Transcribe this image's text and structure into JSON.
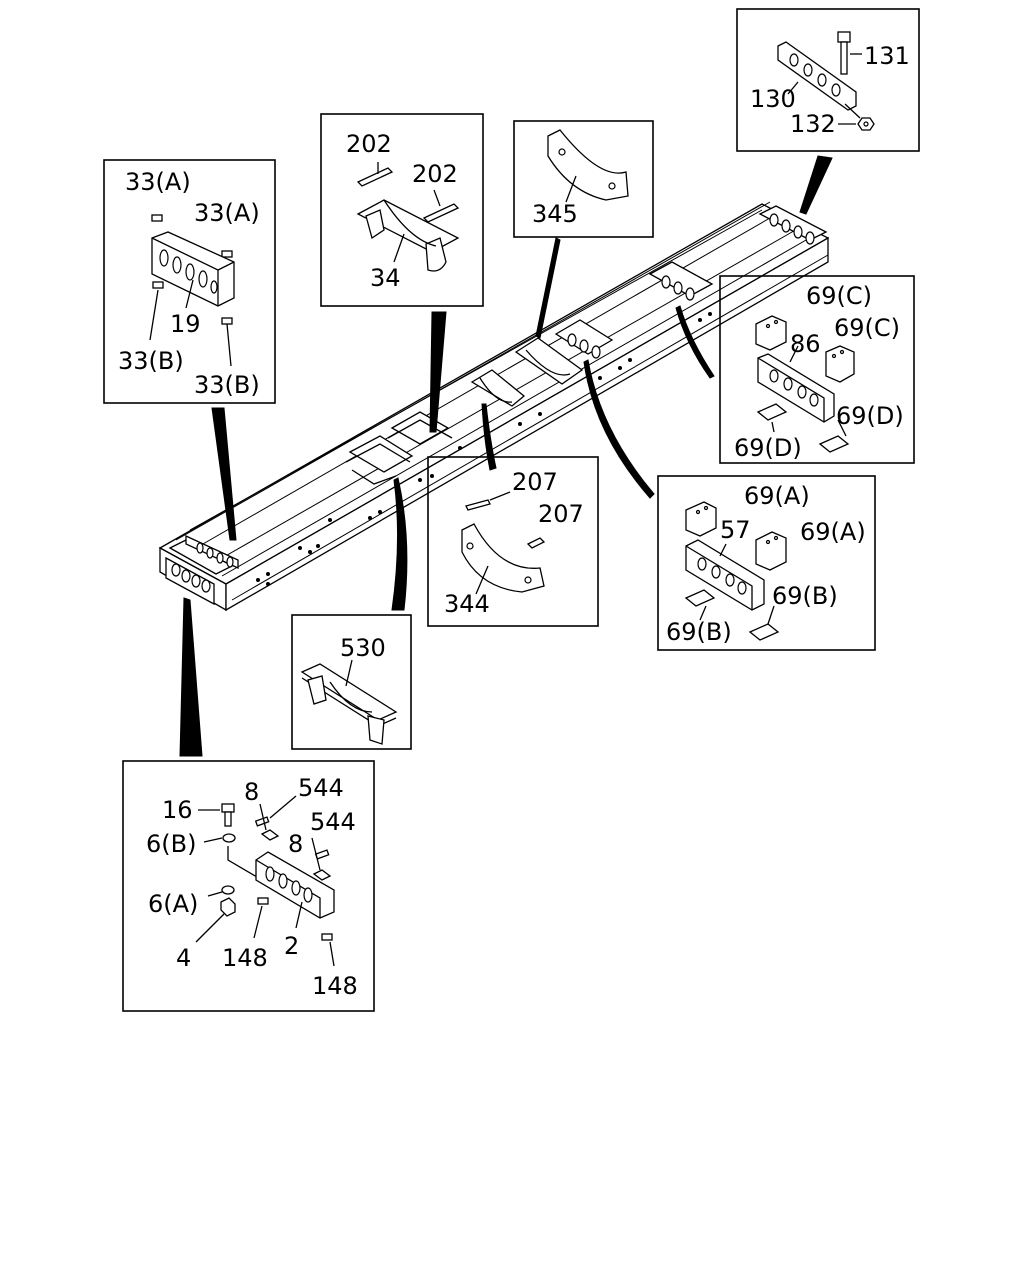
{
  "callouts": {
    "c19": [
      "33(A)",
      "33(A)",
      "19",
      "33(B)",
      "33(B)"
    ],
    "c34": [
      "202",
      "202",
      "34"
    ],
    "c345": [
      "345"
    ],
    "c130": [
      "131",
      "130",
      "132"
    ],
    "c86": [
      "69(C)",
      "86",
      "69(C)",
      "69(D)",
      "69(D)"
    ],
    "c57": [
      "69(A)",
      "57",
      "69(A)",
      "69(B)",
      "69(B)"
    ],
    "c344": [
      "207",
      "207",
      "344"
    ],
    "c530": [
      "530"
    ],
    "c2": [
      "16",
      "8",
      "544",
      "6(B)",
      "544",
      "8",
      "6(A)",
      "4",
      "148",
      "2",
      "148"
    ]
  }
}
